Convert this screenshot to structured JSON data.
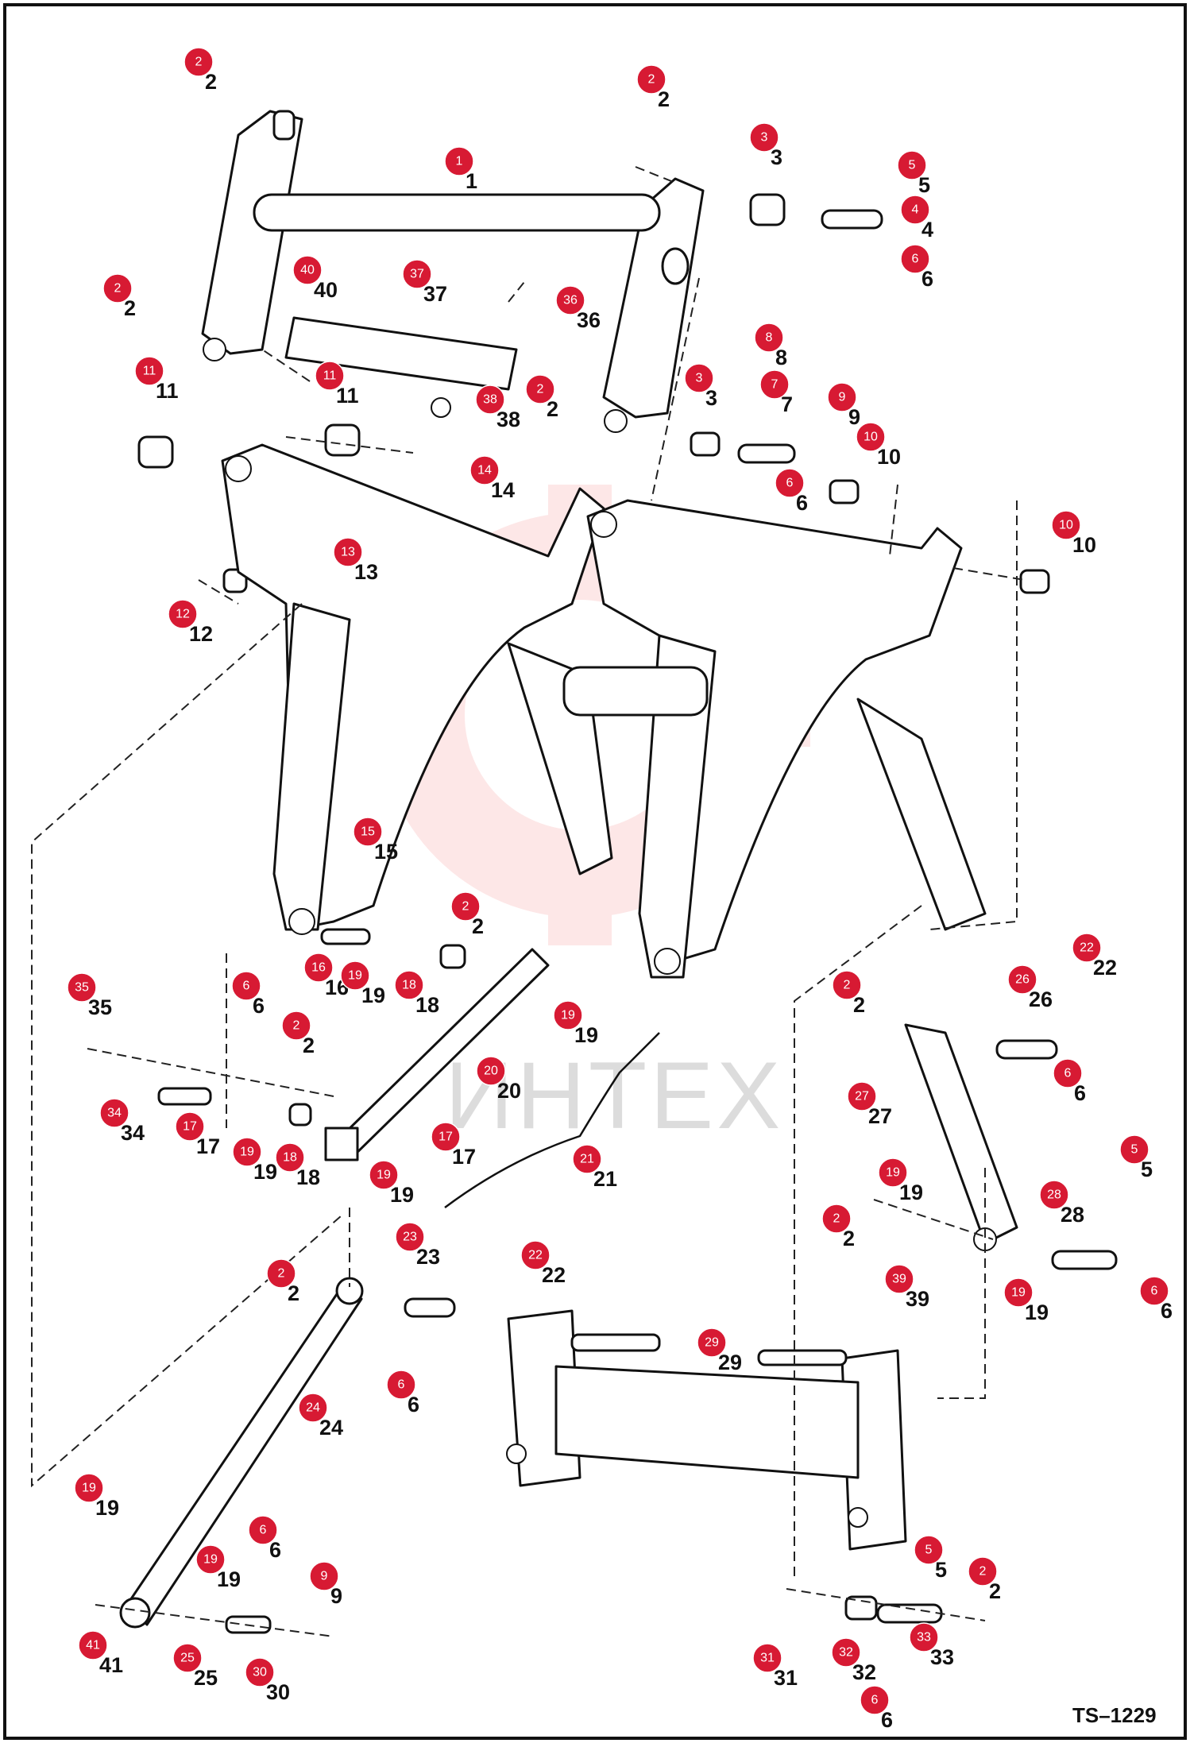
{
  "diagram": {
    "drawing_code": "TS–1229",
    "watermark_text": "ИНТЕХ",
    "accent_color": "#d71a33",
    "callouts": [
      "2",
      "2",
      "1",
      "3",
      "5",
      "4",
      "6",
      "40",
      "37",
      "36",
      "2",
      "2",
      "11",
      "11",
      "38",
      "3",
      "8",
      "7",
      "9",
      "10",
      "6",
      "14",
      "13",
      "12",
      "10",
      "15",
      "2",
      "16",
      "19",
      "18",
      "6",
      "19",
      "35",
      "2",
      "20",
      "34",
      "17",
      "19",
      "18",
      "19",
      "17",
      "21",
      "22",
      "26",
      "27",
      "2",
      "6",
      "5",
      "19",
      "28",
      "2",
      "39",
      "19",
      "6",
      "23",
      "22",
      "2",
      "6",
      "24",
      "29",
      "19",
      "6",
      "19",
      "9",
      "41",
      "25",
      "30",
      "5",
      "2",
      "31",
      "32",
      "33",
      "6"
    ]
  }
}
